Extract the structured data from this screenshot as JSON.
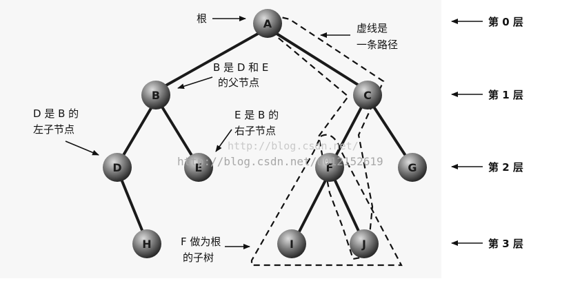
{
  "diagram": {
    "nodes": [
      {
        "id": "A",
        "label": "A"
      },
      {
        "id": "B",
        "label": "B"
      },
      {
        "id": "C",
        "label": "C"
      },
      {
        "id": "D",
        "label": "D"
      },
      {
        "id": "E",
        "label": "E"
      },
      {
        "id": "F",
        "label": "F"
      },
      {
        "id": "G",
        "label": "G"
      },
      {
        "id": "H",
        "label": "H"
      },
      {
        "id": "I",
        "label": "I"
      },
      {
        "id": "J",
        "label": "J"
      }
    ],
    "edges": [
      [
        "A",
        "B"
      ],
      [
        "A",
        "C"
      ],
      [
        "B",
        "D"
      ],
      [
        "B",
        "E"
      ],
      [
        "C",
        "F"
      ],
      [
        "C",
        "G"
      ],
      [
        "D",
        "H"
      ],
      [
        "F",
        "I"
      ],
      [
        "F",
        "J"
      ]
    ],
    "annotations": {
      "root": "根",
      "path_line1": "虚线是",
      "path_line2": "一条路径",
      "parent_line1": "B 是 D 和 E",
      "parent_line2": "的父节点",
      "left_child_line1": "D 是 B 的",
      "left_child_line2": "左子节点",
      "right_child_line1": "E 是 B 的",
      "right_child_line2": "右子节点",
      "subtree_line1": "F 做为根",
      "subtree_line2": "的子树"
    },
    "levels": [
      "第 0 层",
      "第 1 层",
      "第 2 层",
      "第 3 层"
    ],
    "watermarks": [
      "http://blog.csdn.net/",
      "http://blog.csdn.net/u012152619"
    ]
  }
}
